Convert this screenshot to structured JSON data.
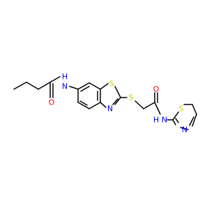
{
  "molecule": {
    "atoms": {
      "amide_n_left": {
        "text": "N",
        "color": "#0000ff"
      },
      "amide_h_left": {
        "text": "H",
        "color": "#0000ff"
      },
      "carbonyl_o_left": {
        "text": "O",
        "color": "#ff0000"
      },
      "benzothiazole_s": {
        "text": "S",
        "color": "#cccc00"
      },
      "benzothiazole_n": {
        "text": "N",
        "color": "#0000ff"
      },
      "thioether_s": {
        "text": "S",
        "color": "#cccc00"
      },
      "carbonyl_o_right": {
        "text": "O",
        "color": "#ff0000"
      },
      "amide_n_right": {
        "text": "N",
        "color": "#0000ff"
      },
      "amide_h_right": {
        "text": "H",
        "color": "#0000ff"
      },
      "thiazole_s": {
        "text": "S",
        "color": "#cccc00"
      },
      "thiazole_n": {
        "text": "N",
        "color": "#0000ff"
      }
    },
    "bond_color": "#000000",
    "background": "#ffffff"
  }
}
